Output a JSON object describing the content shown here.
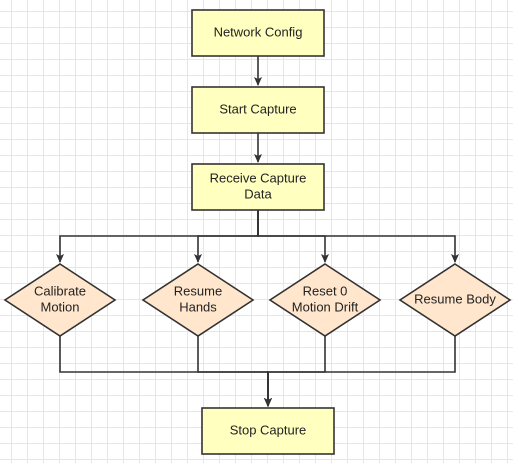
{
  "diagram": {
    "colors": {
      "process_fill": "#ffffc0",
      "process_stroke": "#333333",
      "decision_fill": "#ffe6cc",
      "decision_stroke": "#333333",
      "edge": "#333333",
      "grid": "#e6e6e6"
    },
    "nodes": {
      "network_config": {
        "lines": [
          "Network Config"
        ]
      },
      "start_capture": {
        "lines": [
          "Start Capture"
        ]
      },
      "receive_capture_data": {
        "lines": [
          "Receive Capture",
          "Data"
        ]
      },
      "calibrate_motion": {
        "lines": [
          "Calibrate",
          "Motion"
        ]
      },
      "resume_hands": {
        "lines": [
          "Resume",
          "Hands"
        ]
      },
      "reset_motion_drift": {
        "lines": [
          "Reset 0",
          "Motion Drift"
        ]
      },
      "resume_body": {
        "lines": [
          "Resume Body"
        ]
      },
      "stop_capture": {
        "lines": [
          "Stop Capture"
        ]
      }
    },
    "edges": [
      {
        "from": "network_config",
        "to": "start_capture"
      },
      {
        "from": "start_capture",
        "to": "receive_capture_data"
      },
      {
        "from": "receive_capture_data",
        "to": "calibrate_motion"
      },
      {
        "from": "receive_capture_data",
        "to": "resume_hands"
      },
      {
        "from": "receive_capture_data",
        "to": "reset_motion_drift"
      },
      {
        "from": "receive_capture_data",
        "to": "resume_body"
      },
      {
        "from": "calibrate_motion",
        "to": "stop_capture"
      },
      {
        "from": "resume_hands",
        "to": "stop_capture"
      },
      {
        "from": "reset_motion_drift",
        "to": "stop_capture"
      },
      {
        "from": "resume_body",
        "to": "stop_capture"
      }
    ]
  }
}
